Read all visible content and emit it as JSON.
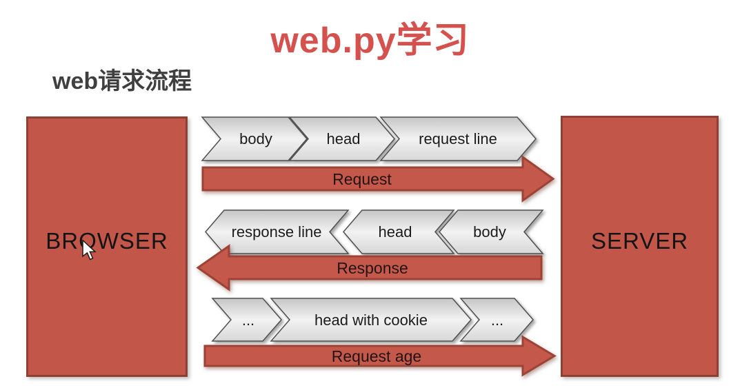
{
  "header": {
    "title": "web.py学习",
    "subtitle": "web请求流程"
  },
  "diagram": {
    "browser_label": "BROWSER",
    "server_label": "SERVER",
    "flows": [
      {
        "name": "request",
        "direction": "right",
        "segments": [
          "body",
          "head",
          "request line"
        ],
        "arrow_label": "Request"
      },
      {
        "name": "response",
        "direction": "left",
        "segments": [
          "response line",
          "head",
          "body"
        ],
        "arrow_label": "Response"
      },
      {
        "name": "request-age",
        "direction": "right",
        "segments": [
          "...",
          "head with cookie",
          "..."
        ],
        "arrow_label": "Request age"
      }
    ]
  },
  "colors": {
    "title_red": "#d5514e",
    "box_fill": "#c25749",
    "box_border": "#8d4033",
    "arrow_fill": "#c4584a",
    "arrow_border": "#9c4335",
    "chevron_border": "#4f4f4f",
    "subtitle_gray": "#3f3f3f"
  }
}
